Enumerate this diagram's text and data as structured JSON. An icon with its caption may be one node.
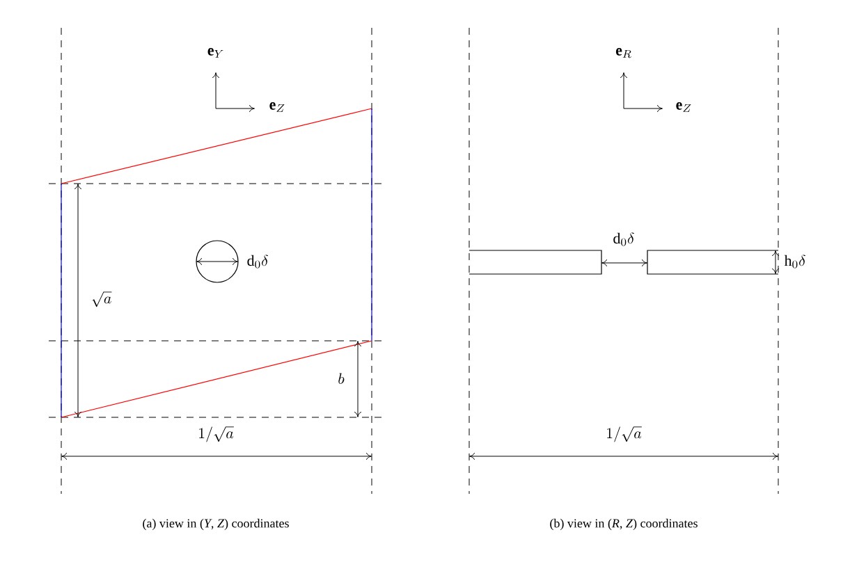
{
  "diagram": {
    "labels": [
      "\\mathbf{e}_Y",
      "\\mathbf{e}_Z",
      "\\mathrm{d}_0\\delta",
      "\\sqrt{a}",
      "b",
      "1/\\sqrt{a}",
      "(a) view in (*Y*, *Z*) coordinates",
      "\\mathbf{e}_R",
      "\\mathbf{e}_Z",
      "\\mathrm{d}_0\\delta",
      "\\mathrm{h}_0\\delta",
      "1/\\sqrt{a}",
      "(b) view in (*R*, *Z*) coordinates"
    ]
  }
}
